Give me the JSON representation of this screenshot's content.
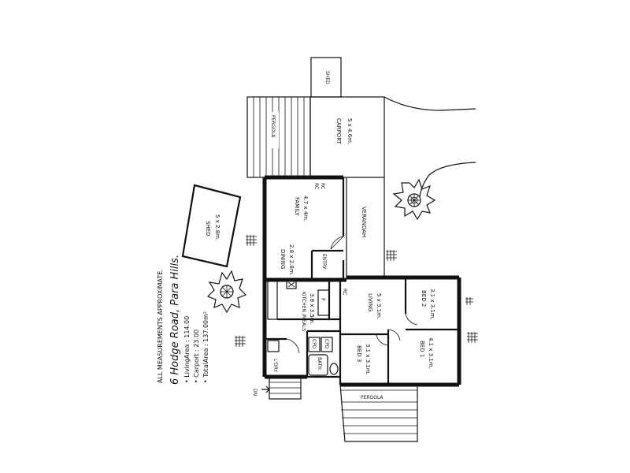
{
  "notes": {
    "approximate": "ALL MEASUREMENTS APPROXIMATE.",
    "address": "6 Hodge Road, Para Hills.",
    "living_area": "• LivingArea : 114.00",
    "carport": "• Carport : 23.00",
    "total_area": "• TotalArea : 137.00m²"
  },
  "rooms": {
    "shed_top": "SHED",
    "pergola_top": "PERGOLA",
    "carport_name": "CARPORT",
    "carport_size": "5 x 4.6m.",
    "shed_yard_name": "SHED",
    "shed_yard_size": "5 x 2.8m.",
    "family_name": "FAMILY",
    "family_size": "4.7 x 4m.",
    "verandah": "VERANDAH",
    "dining_name": "DINING",
    "dining_size": "2.8 x 2.8m.",
    "entry": "ENTRY",
    "kitchen_name": "KITCHEN /MEALS",
    "kitchen_size": "3.8 x 3.5m.",
    "living_name": "LIVING",
    "living_size": "5 x 3.1m.",
    "bed2_name": "BED 2",
    "bed2_size": "3.1 x 3.1m.",
    "bed1_name": "BED 1",
    "bed1_size": "4.1 x 3.1m.",
    "bed3_name": "BED 3",
    "bed3_size": "3.1 x 3.1m.",
    "bath": "BATH",
    "cpd1": "CPD",
    "cpd2": "CPD",
    "ldry": "L'DRY",
    "pergola_bottom": "PERGOLA",
    "rc1": "RC",
    "rc2": "RC",
    "rc3": "RC",
    "f": "F",
    "dn": "DN"
  }
}
